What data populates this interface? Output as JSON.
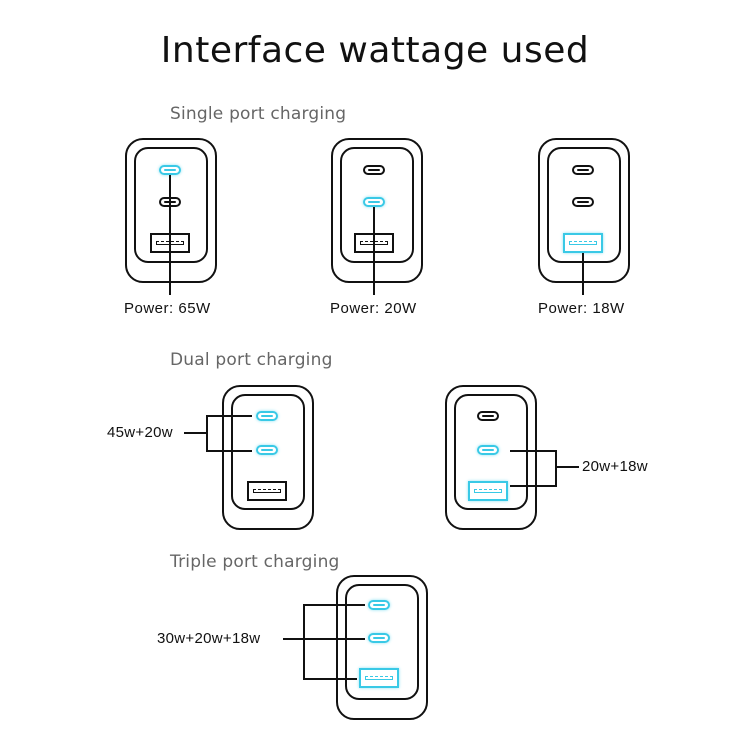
{
  "title": "Interface wattage used",
  "colors": {
    "active_port": "#39c9e6",
    "outline": "#111111",
    "section_label": "#666666"
  },
  "sections": {
    "single": {
      "label": "Single port charging",
      "items": [
        {
          "active_ports": [
            "usb-c-1"
          ],
          "power_label": "Power: 65W"
        },
        {
          "active_ports": [
            "usb-c-2"
          ],
          "power_label": "Power: 20W"
        },
        {
          "active_ports": [
            "usb-a"
          ],
          "power_label": "Power: 18W"
        }
      ]
    },
    "dual": {
      "label": "Dual port charging",
      "items": [
        {
          "active_ports": [
            "usb-c-1",
            "usb-c-2"
          ],
          "watt_label": "45w+20w"
        },
        {
          "active_ports": [
            "usb-c-2",
            "usb-a"
          ],
          "watt_label": "20w+18w"
        }
      ]
    },
    "triple": {
      "label": "Triple port charging",
      "items": [
        {
          "active_ports": [
            "usb-c-1",
            "usb-c-2",
            "usb-a"
          ],
          "watt_label": "30w+20w+18w"
        }
      ]
    }
  }
}
